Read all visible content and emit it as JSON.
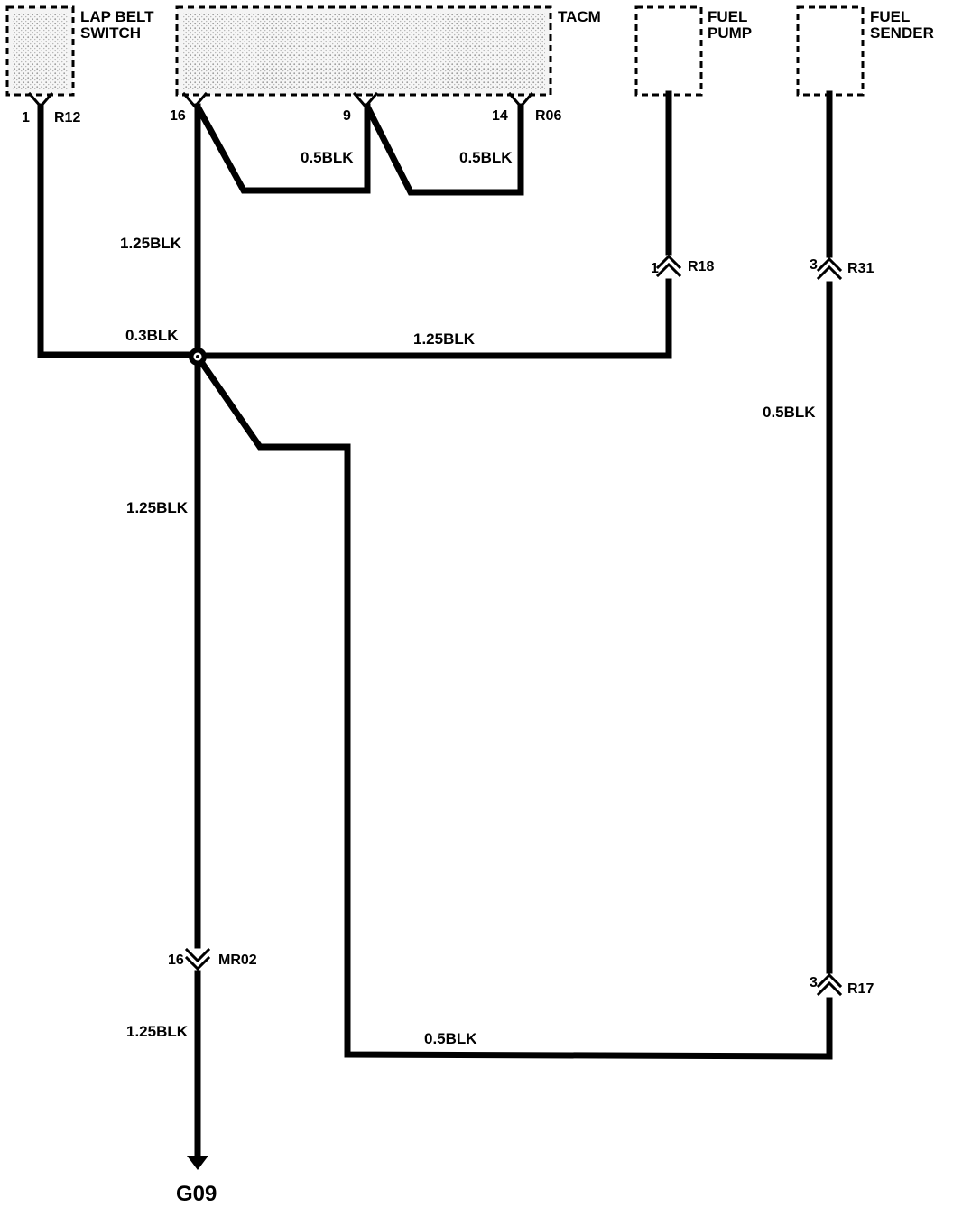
{
  "components": {
    "lap_belt_switch": {
      "line1": "LAP BELT",
      "line2": "SWITCH"
    },
    "tacm": {
      "name": "TACM"
    },
    "fuel_pump": {
      "line1": "FUEL",
      "line2": "PUMP"
    },
    "fuel_sender": {
      "line1": "FUEL",
      "line2": "SENDER"
    }
  },
  "connectors": {
    "r12": {
      "name": "R12",
      "pin": "1"
    },
    "r06": {
      "name": "R06",
      "pin_16": "16",
      "pin_9": "9",
      "pin_14": "14"
    },
    "r18": {
      "name": "R18",
      "pin": "1"
    },
    "r31": {
      "name": "R31",
      "pin": "3"
    },
    "r17": {
      "name": "R17",
      "pin": "3"
    },
    "mr02": {
      "name": "MR02",
      "pin": "16"
    }
  },
  "wires": {
    "tacm_9_jumper": "0.5BLK",
    "tacm_14_jumper": "0.5BLK",
    "tacm_16_to_splice": "1.25BLK",
    "lap_belt_to_splice": "0.3BLK",
    "fuel_pump_to_splice": "1.25BLK",
    "fuel_sender_r31_r17": "0.5BLK",
    "splice_to_mr02": "1.25BLK",
    "mr02_to_ground": "1.25BLK",
    "bottom_return": "0.5BLK"
  },
  "ground": {
    "name": "G09"
  }
}
